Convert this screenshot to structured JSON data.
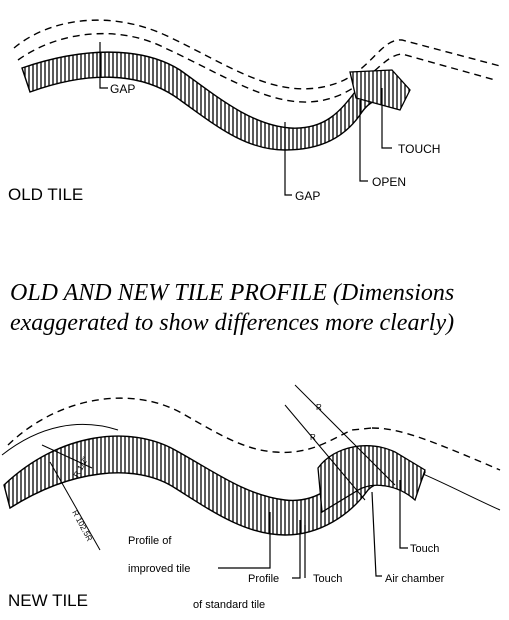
{
  "old_tile": {
    "title": "OLD TILE",
    "labels": {
      "gap_left": "GAP",
      "gap_bottom": "GAP",
      "touch": "TOUCH",
      "open": "OPEN"
    }
  },
  "caption": {
    "line1": "OLD AND NEW TILE PROFILE (Dimensions",
    "line2": "exaggerated to show differences more clearly)"
  },
  "new_tile": {
    "title": "NEW TILE",
    "labels": {
      "profile_improved_1": "Profile of",
      "profile_improved_2": "improved tile",
      "profile_standard_1": "Profile",
      "profile_standard_2": "of standard tile",
      "touch": "Touch",
      "air_chamber": "Air chamber",
      "touch_right": "Touch"
    },
    "dims": {
      "r1": "R",
      "r2": "R",
      "d1": "R 1/2\"",
      "d2": "R 102.5R"
    }
  }
}
